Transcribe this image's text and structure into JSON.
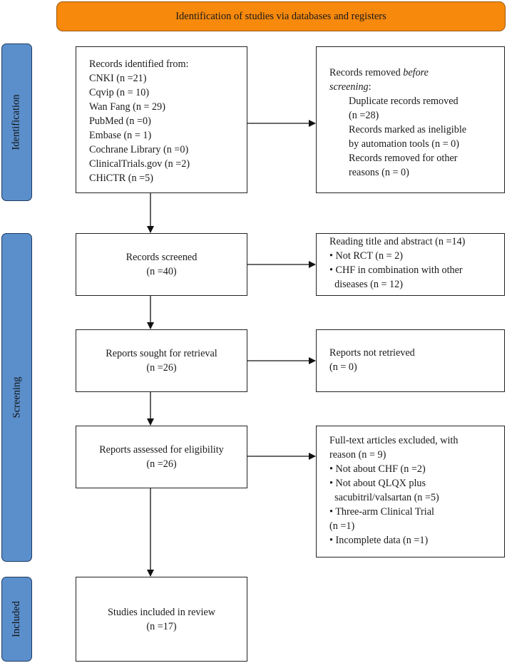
{
  "header": {
    "title": "Identification of studies via databases and registers"
  },
  "phases": {
    "identification": "Identification",
    "screening": "Screening",
    "included": "Included"
  },
  "identified": {
    "heading": "Records identified from:",
    "sources": [
      "CNKI (n =21)",
      "Cqvip (n = 10)",
      "Wan Fang (n = 29)",
      "PubMed (n =0)",
      "Embase (n = 1)",
      "Cochrane Library (n =0)",
      "ClinicalTrials.gov (n =2)",
      "CHiCTR (n =5)"
    ]
  },
  "removed": {
    "heading_prefix": "Records removed",
    "heading_italic": "before",
    "heading_line2_italic": "screening",
    "heading_line2_suffix": ":",
    "items": [
      "Duplicate records removed",
      "(n =28)",
      "Records marked as ineligible",
      "by automation tools (n = 0)",
      "Records removed for other",
      "reasons (n = 0)"
    ]
  },
  "screened": {
    "label": "Records screened",
    "count": "(n =40)"
  },
  "screen_excluded": {
    "lines": [
      "Reading title and abstract (n =14)",
      "• Not RCT (n = 2)",
      "• CHF in combination with other",
      "  diseases (n = 12)"
    ]
  },
  "sought": {
    "label": "Reports sought for retrieval",
    "count": "(n =26)"
  },
  "not_retrieved": {
    "label": "Reports not retrieved",
    "count": "(n = 0)"
  },
  "assessed": {
    "label": "Reports assessed for eligibility",
    "count": "(n =26)"
  },
  "fulltext_excluded": {
    "lines": [
      "Full-text articles excluded, with",
      "reason (n = 9)",
      "• Not about CHF (n =2)",
      "• Not about QLQX plus",
      "  sacubitril/valsartan (n =5)",
      "• Three-arm Clinical Trial",
      "(n =1)",
      "• Incomplete data (n =1)"
    ]
  },
  "included": {
    "label": "Studies included in review",
    "count": "(n =17)"
  }
}
